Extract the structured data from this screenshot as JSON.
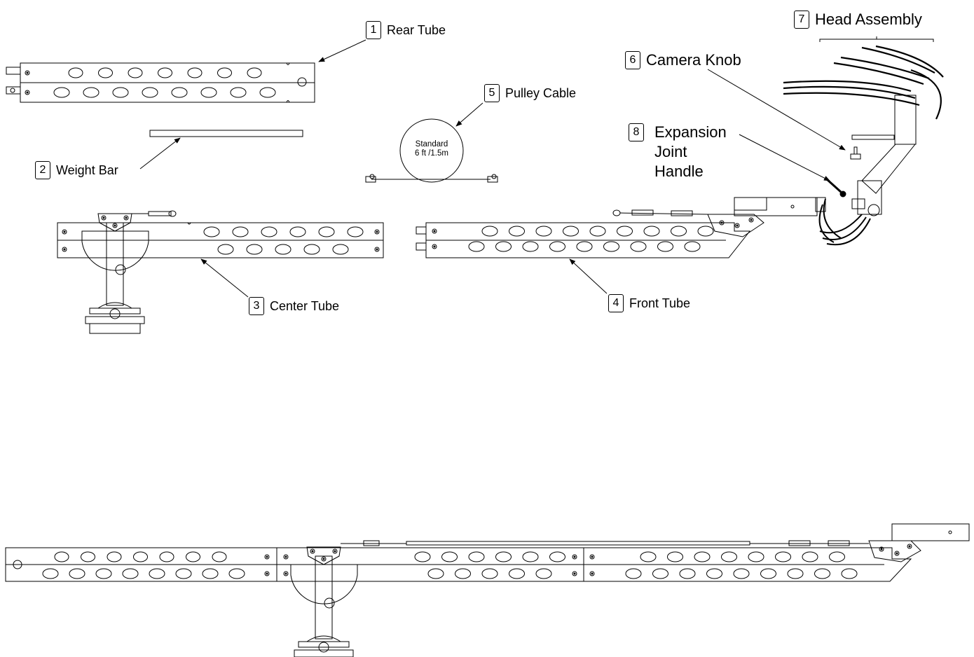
{
  "parts": [
    {
      "num": "1",
      "label": "Rear Tube"
    },
    {
      "num": "2",
      "label": "Weight Bar"
    },
    {
      "num": "3",
      "label": "Center Tube"
    },
    {
      "num": "4",
      "label": "Front Tube"
    },
    {
      "num": "5",
      "label": "Pulley Cable"
    },
    {
      "num": "6",
      "label": "Camera Knob"
    },
    {
      "num": "7",
      "label": "Head Assembly"
    },
    {
      "num": "8",
      "label_lines": [
        "Expansion",
        "Joint",
        "Handle"
      ]
    }
  ],
  "cable_note": {
    "line1": "Standard",
    "line2": "6 ft /1.5m"
  },
  "colors": {
    "line": "#000000",
    "background": "#ffffff"
  }
}
